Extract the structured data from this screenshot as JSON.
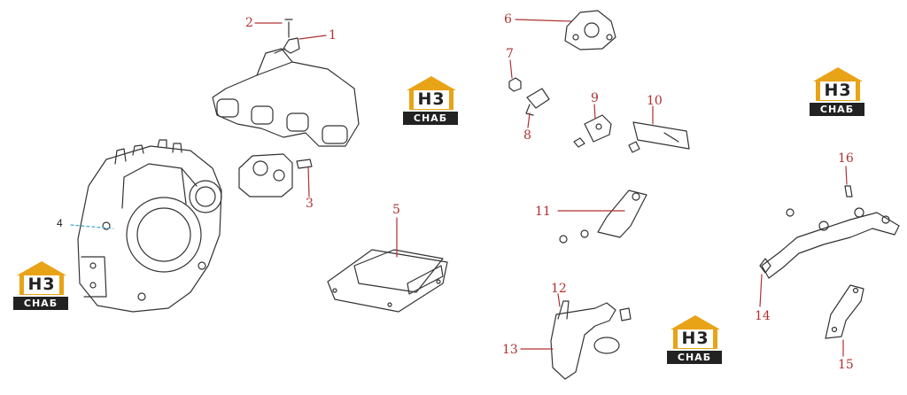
{
  "brand": {
    "logo_mark": "H3",
    "logo_word": "СНАБ",
    "accent_color": "#e8a317",
    "dark_color": "#222222",
    "callout_color": "#b03030"
  },
  "callouts": {
    "c1": "1",
    "c2": "2",
    "c3": "3",
    "c4": "4",
    "c5": "5",
    "c6": "6",
    "c7": "7",
    "c8": "8",
    "c9": "9",
    "c10": "10",
    "c11": "11",
    "c12": "12",
    "c13": "13",
    "c14": "14",
    "c15": "15",
    "c16": "16"
  }
}
